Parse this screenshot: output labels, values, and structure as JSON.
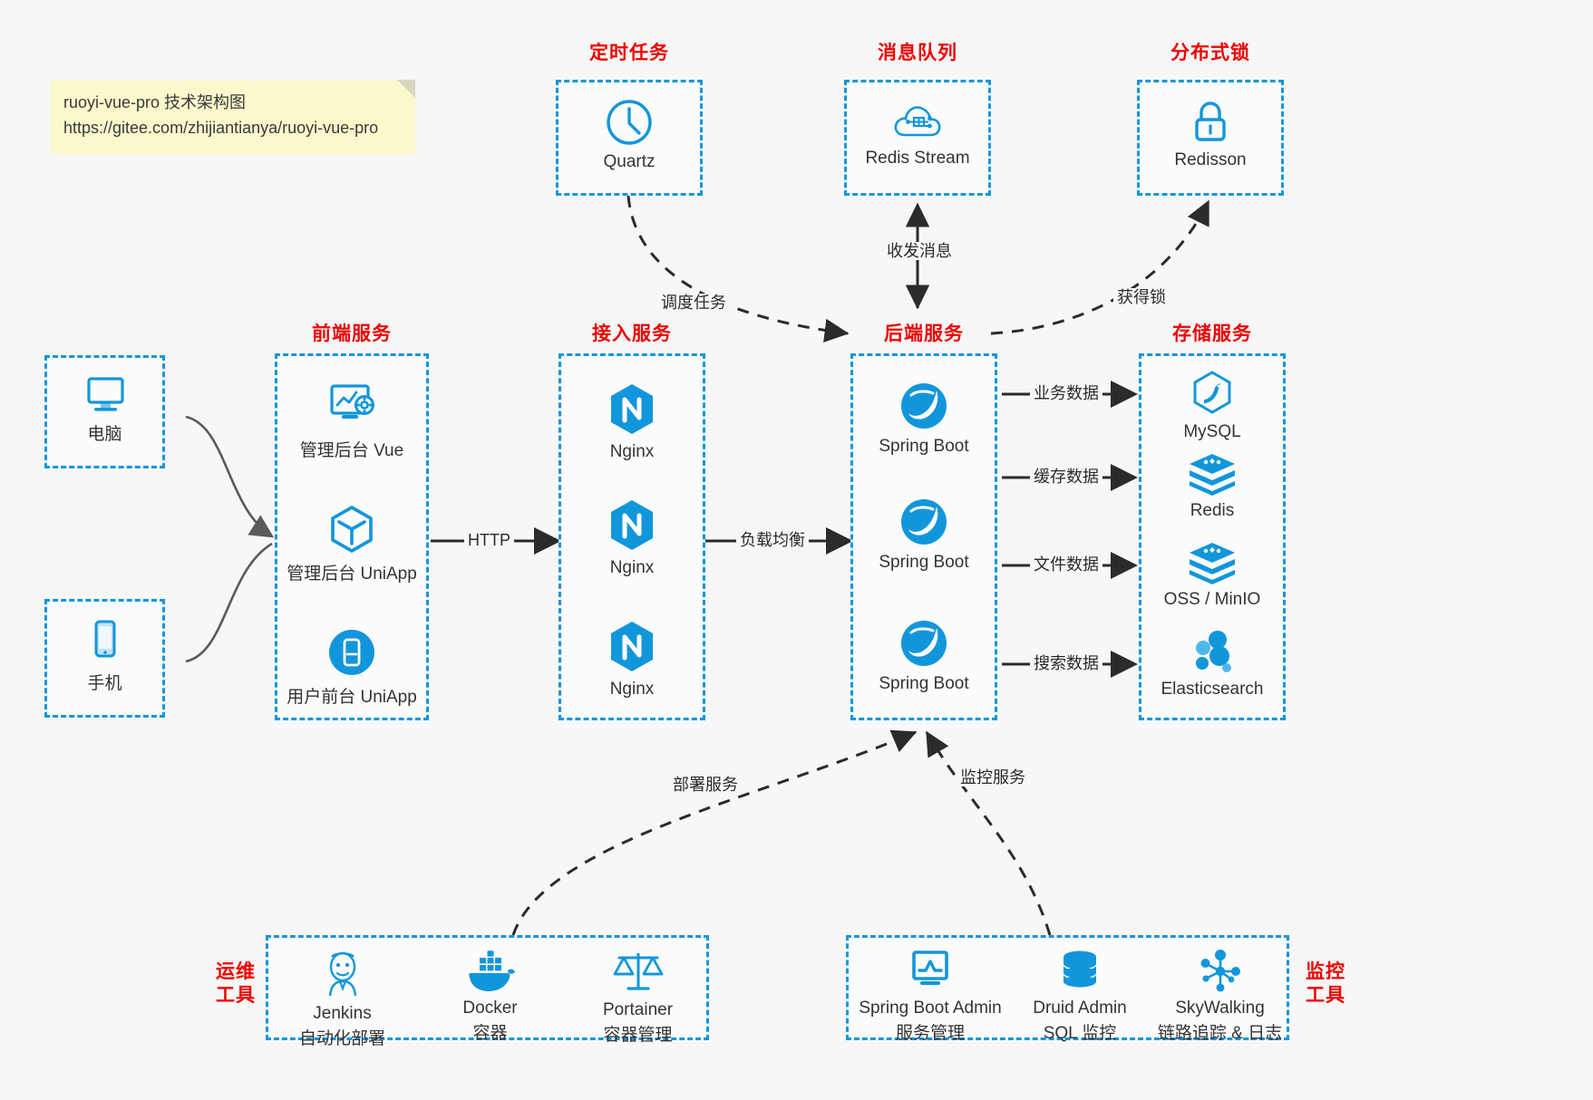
{
  "note": {
    "line1": "ruoyi-vue-pro 技术架构图",
    "line2": "https://gitee.com/zhijiantianya/ruoyi-vue-pro"
  },
  "colors": {
    "accent_blue": "#1296db",
    "caption_red": "#ee0000",
    "page_bg": "#f7f7f7",
    "box_bg": "#fcfcfc",
    "note_bg": "#fbf8cc",
    "arrow_dark": "#2b2b2b",
    "curve_gray": "#5a5a5a"
  },
  "groups": {
    "scheduler": {
      "caption": "定时任务",
      "items": [
        {
          "label": "Quartz",
          "icon": "clock-icon"
        }
      ]
    },
    "mq": {
      "caption": "消息队列",
      "items": [
        {
          "label": "Redis Stream",
          "icon": "cloud-network-icon"
        }
      ]
    },
    "lock": {
      "caption": "分布式锁",
      "items": [
        {
          "label": "Redisson",
          "icon": "padlock-icon"
        }
      ]
    },
    "clients": {
      "items": [
        {
          "label": "电脑",
          "icon": "desktop-monitor-icon"
        },
        {
          "label": "手机",
          "icon": "smartphone-icon"
        }
      ]
    },
    "frontend": {
      "caption": "前端服务",
      "items": [
        {
          "label": "管理后台 Vue",
          "icon": "dashboard-settings-icon"
        },
        {
          "label": "管理后台 UniApp",
          "icon": "cube-icon"
        },
        {
          "label": "用户前台 UniApp",
          "icon": "mobile-app-icon"
        }
      ]
    },
    "gateway": {
      "caption": "接入服务",
      "items": [
        {
          "label": "Nginx",
          "icon": "nginx-icon"
        },
        {
          "label": "Nginx",
          "icon": "nginx-icon"
        },
        {
          "label": "Nginx",
          "icon": "nginx-icon"
        }
      ]
    },
    "backend": {
      "caption": "后端服务",
      "items": [
        {
          "label": "Spring Boot",
          "icon": "spring-leaf-icon"
        },
        {
          "label": "Spring Boot",
          "icon": "spring-leaf-icon"
        },
        {
          "label": "Spring Boot",
          "icon": "spring-leaf-icon"
        }
      ]
    },
    "storage": {
      "caption": "存储服务",
      "items": [
        {
          "label": "MySQL",
          "icon": "mysql-dolphin-icon"
        },
        {
          "label": "Redis",
          "icon": "redis-stack-icon"
        },
        {
          "label": "OSS / MinIO",
          "icon": "object-storage-icon"
        },
        {
          "label": "Elasticsearch",
          "icon": "elasticsearch-icon"
        }
      ]
    },
    "devops": {
      "caption": "运维\n工具",
      "caption_line1": "运维",
      "caption_line2": "工具",
      "items": [
        {
          "label": "Jenkins",
          "sub": "自动化部署",
          "icon": "jenkins-butler-icon"
        },
        {
          "label": "Docker",
          "sub": "容器",
          "icon": "docker-whale-icon"
        },
        {
          "label": "Portainer",
          "sub": "容器管理",
          "icon": "scales-balance-icon"
        }
      ]
    },
    "monitor": {
      "caption_line1": "监控",
      "caption_line2": "工具",
      "items": [
        {
          "label": "Spring Boot Admin",
          "sub": "服务管理",
          "icon": "monitor-chart-icon"
        },
        {
          "label": "Druid Admin",
          "sub": "SQL 监控",
          "icon": "database-cylinder-icon"
        },
        {
          "label": "SkyWalking",
          "sub": "链路追踪 & 日志",
          "icon": "skywalking-nodes-icon"
        }
      ]
    }
  },
  "edges": [
    {
      "id": "http",
      "label": "HTTP"
    },
    {
      "id": "lb",
      "label": "负载均衡"
    },
    {
      "id": "schedule",
      "label": "调度任务"
    },
    {
      "id": "mq-send-recv",
      "label": "收发消息"
    },
    {
      "id": "get-lock",
      "label": "获得锁"
    },
    {
      "id": "biz-data",
      "label": "业务数据"
    },
    {
      "id": "cache-data",
      "label": "缓存数据"
    },
    {
      "id": "file-data",
      "label": "文件数据"
    },
    {
      "id": "search-data",
      "label": "搜索数据"
    },
    {
      "id": "deploy-service",
      "label": "部署服务"
    },
    {
      "id": "monitor-service",
      "label": "监控服务"
    }
  ]
}
